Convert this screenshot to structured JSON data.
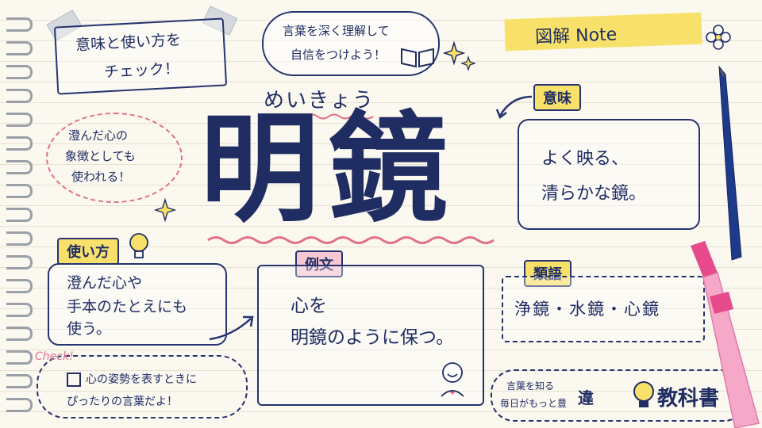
{
  "check_top": {
    "line1": "意味と使い方を",
    "line2": "チェック！"
  },
  "speech_bubble": {
    "line1": "言葉を深く理解して",
    "line2": "自信をつけよう！"
  },
  "note_tag": {
    "text": "図解 Note"
  },
  "reading": "めいきょう",
  "title": "明鏡",
  "meaning": {
    "label": "意味",
    "line1": "よく映る、",
    "line2": "清らかな鏡。"
  },
  "cloud_note": {
    "line1": "澄んだ心の",
    "line2": "象徴としても",
    "line3": "使われる！"
  },
  "usage": {
    "label": "使い方",
    "line1": "澄んだ心や",
    "line2": "手本のたとえにも",
    "line3": "使う。"
  },
  "example": {
    "label": "例文",
    "line1": "心を",
    "line2_a": "明鏡",
    "line2_b": "のように保つ。"
  },
  "synonym": {
    "label": "類語",
    "text": "浄鏡・水鏡・心鏡"
  },
  "check_bottom": {
    "check_word": "Check!",
    "line1": "心の姿勢を表すときに",
    "line2": "ぴったりの言葉だよ！"
  },
  "brand": {
    "tagline1": "言葉を知る",
    "tagline2": "毎日がもっと豊",
    "logo_text": "教科書",
    "logo_prefix": "違"
  },
  "colors": {
    "navy": "#1f2d63",
    "pink": "#e0718a",
    "yellow": "#f8e16a",
    "lightpink": "#f6c6d3"
  }
}
